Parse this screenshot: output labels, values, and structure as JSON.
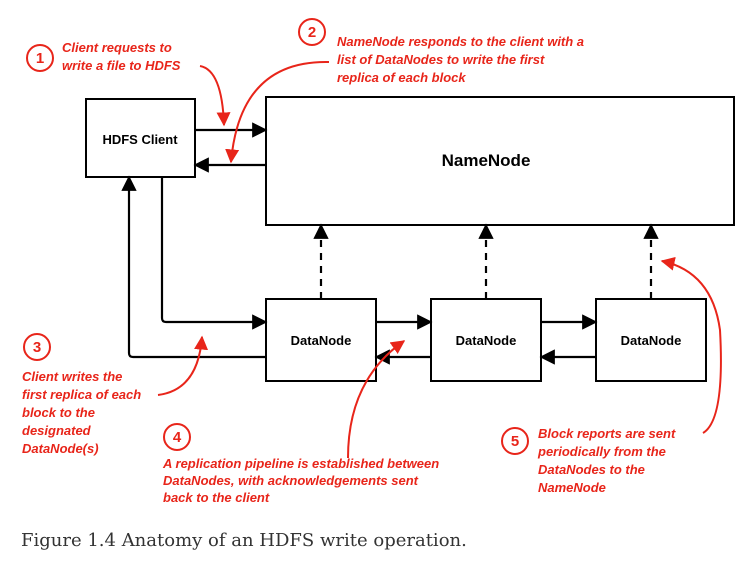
{
  "colors": {
    "annotation": "#e8251a",
    "box_stroke": "#000000",
    "caption_text": "#333333"
  },
  "nodes": {
    "client": "HDFS Client",
    "namenode": "NameNode",
    "datanode_1": "DataNode",
    "datanode_2": "DataNode",
    "datanode_3": "DataNode"
  },
  "steps": [
    {
      "number": "1",
      "lines": [
        "Client requests to",
        "write a file to HDFS"
      ]
    },
    {
      "number": "2",
      "lines": [
        "NameNode responds to the client with a",
        "list of DataNodes to write the first",
        "replica of each block"
      ]
    },
    {
      "number": "3",
      "lines": [
        "Client writes the",
        "first replica of each",
        "block to the",
        "designated",
        "DataNode(s)"
      ]
    },
    {
      "number": "4",
      "lines": [
        "A replication pipeline is established between",
        "DataNodes, with acknowledgements sent",
        "back to the client"
      ]
    },
    {
      "number": "5",
      "lines": [
        "Block reports are sent",
        "periodically from the",
        "DataNodes to the",
        "NameNode"
      ]
    }
  ],
  "caption": "Figure 1.4 Anatomy of an HDFS write operation."
}
